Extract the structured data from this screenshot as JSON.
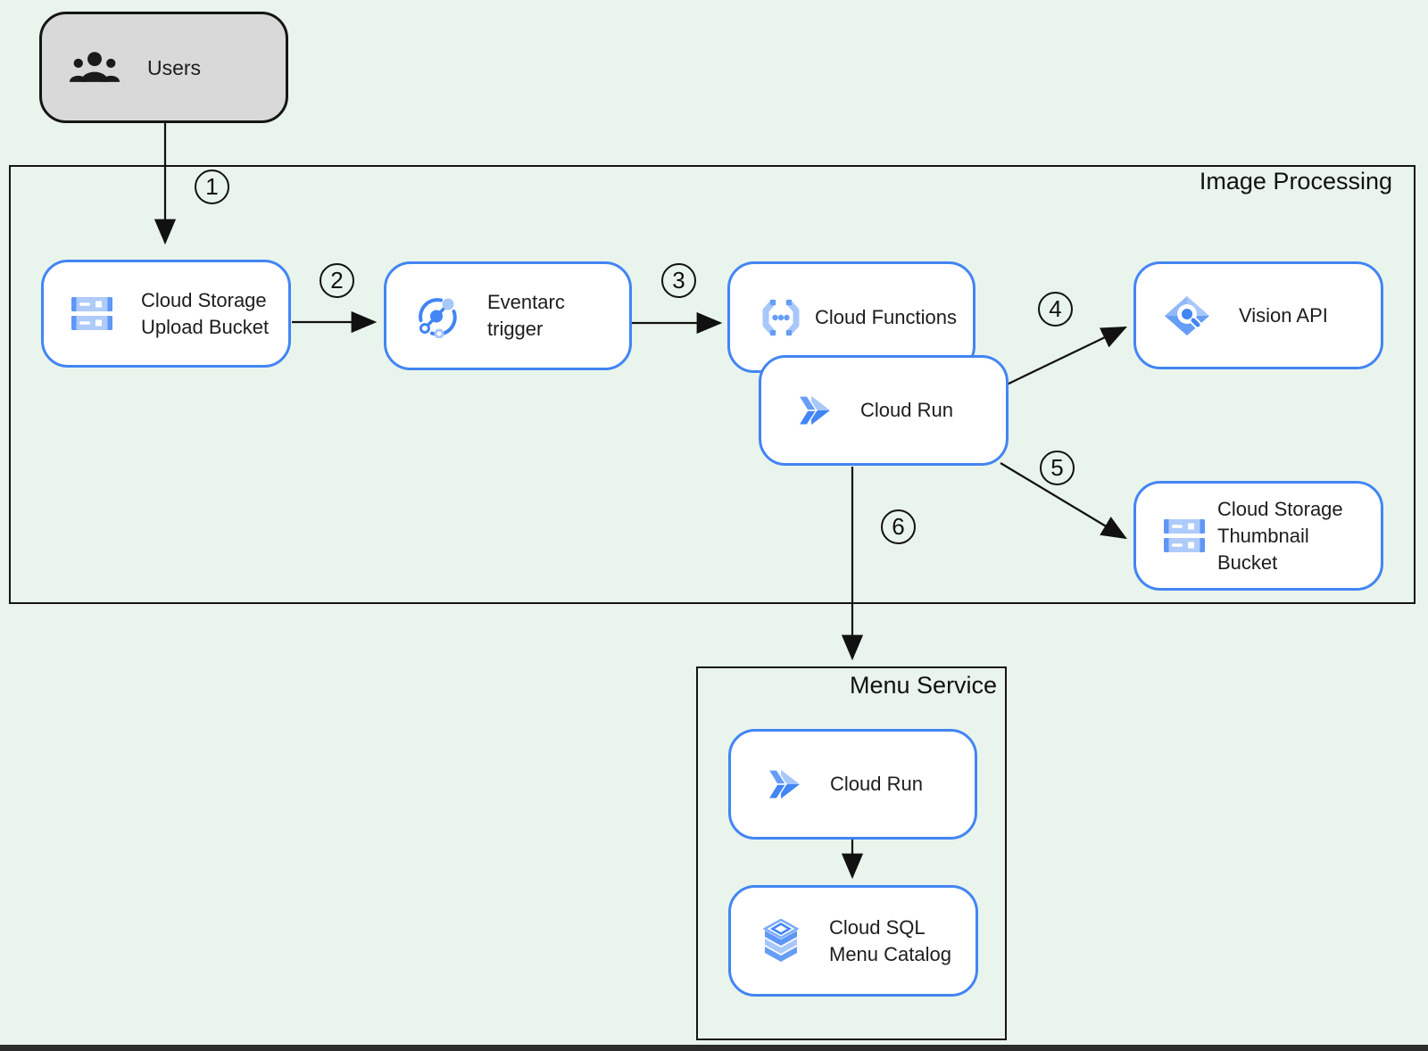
{
  "colors": {
    "background": "#e9f4ec",
    "node_border_blue": "#4285f4",
    "container_border": "#151515",
    "users_fill": "#d9d9d9",
    "icon_blue": "#4285f4",
    "icon_mid_blue": "#669df6",
    "icon_light_blue": "#a8c7fa",
    "arrow_color": "#111111"
  },
  "users_node": {
    "label": "Users",
    "icon": "users-icon"
  },
  "containers": {
    "image_processing": {
      "label": "Image Processing"
    },
    "menu_service": {
      "label": "Menu Service"
    }
  },
  "nodes": {
    "upload_bucket": {
      "label": "Cloud Storage\nUpload Bucket",
      "icon": "cloud-storage-icon"
    },
    "eventarc": {
      "label": "Eventarc trigger",
      "icon": "eventarc-icon"
    },
    "cloud_functions": {
      "label": "Cloud Functions",
      "icon": "cloud-functions-icon"
    },
    "cloud_run_processing": {
      "label": "Cloud Run",
      "icon": "cloud-run-icon"
    },
    "vision_api": {
      "label": "Vision API",
      "icon": "vision-api-icon"
    },
    "thumbnail_bucket": {
      "label": "Cloud Storage\nThumbnail Bucket",
      "icon": "cloud-storage-icon"
    },
    "cloud_run_menu": {
      "label": "Cloud Run",
      "icon": "cloud-run-icon"
    },
    "cloud_sql": {
      "label": "Cloud SQL\nMenu Catalog",
      "icon": "cloud-sql-icon"
    }
  },
  "steps": [
    "1",
    "2",
    "3",
    "4",
    "5",
    "6"
  ]
}
